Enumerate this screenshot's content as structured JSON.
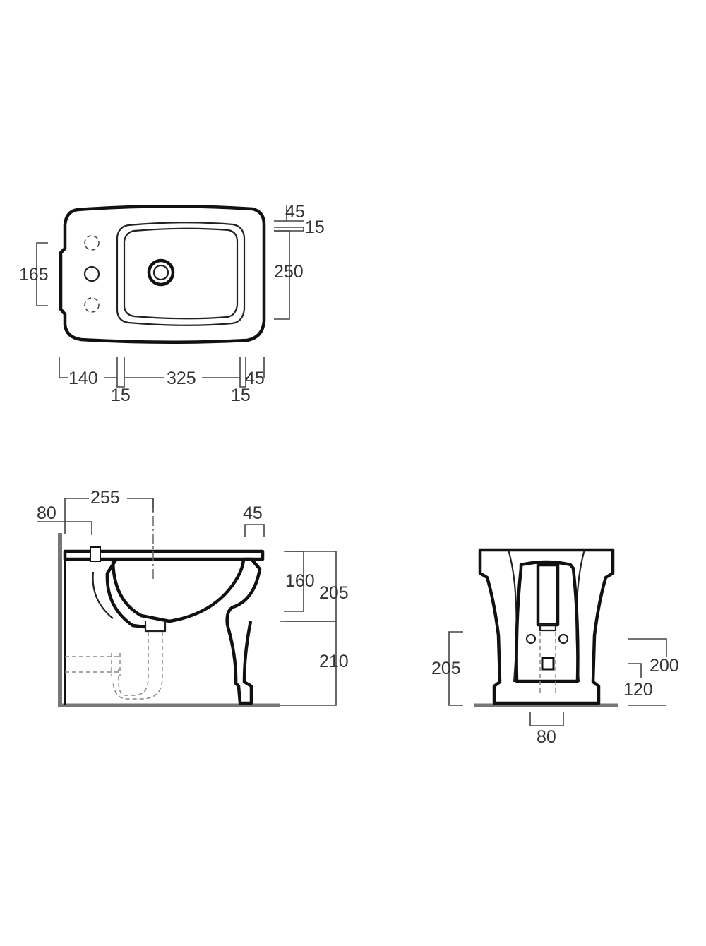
{
  "top_view": {
    "dims": {
      "d45": "45",
      "d15_top": "15",
      "d250": "250",
      "d165": "165",
      "d140": "140",
      "d325": "325",
      "d45_bottom": "45",
      "d15_left": "15",
      "d15_right": "15"
    }
  },
  "side_view": {
    "dims": {
      "d255": "255",
      "d80": "80",
      "d45": "45",
      "d160": "160",
      "d205": "205",
      "d210": "210"
    }
  },
  "rear_view": {
    "dims": {
      "d205": "205",
      "d200": "200",
      "d120": "120",
      "d80": "80"
    }
  },
  "colors": {
    "outline": "#111111",
    "dimension_line": "#444444",
    "hidden_line": "#888888",
    "ground": "#777777"
  }
}
